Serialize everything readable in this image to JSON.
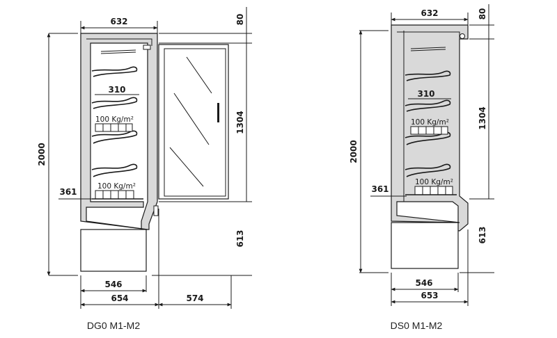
{
  "left": {
    "caption": "DG0 M1-M2",
    "dims": {
      "top_width": "632",
      "top_gap": "80",
      "height": "2000",
      "door_height": "1304",
      "shelf_depth": "310",
      "load_upper": "100 Kg/m²",
      "load_lower": "100 Kg/m²",
      "base_shelf": "361",
      "base_height": "613",
      "inner_width": "546",
      "overall_width": "654",
      "door_swing": "574"
    }
  },
  "right": {
    "caption": "DS0 M1-M2",
    "dims": {
      "top_width": "632",
      "top_gap": "80",
      "height": "2000",
      "door_height": "1304",
      "shelf_depth": "310",
      "load_upper": "100 Kg/m²",
      "load_lower": "100 Kg/m²",
      "base_shelf": "361",
      "base_height": "613",
      "inner_width": "546",
      "overall_width": "653"
    }
  }
}
